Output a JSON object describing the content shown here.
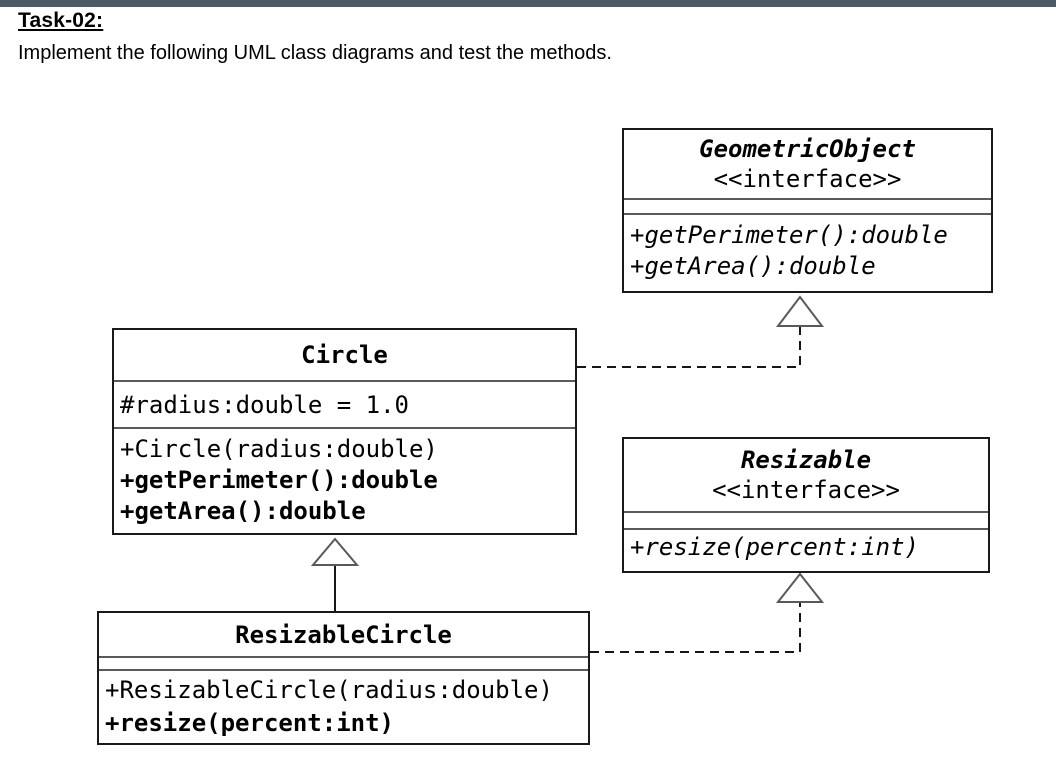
{
  "page": {
    "heading": "Task-02:",
    "instruction": "Implement the following UML class diagrams and test the methods."
  },
  "colors": {
    "top_bar": "#4b5a67",
    "box_border": "#1a1a1a",
    "compartment_divider": "#5a5a5a",
    "connector_line": "#161616",
    "background": "#ffffff"
  },
  "classes": {
    "geometric_object": {
      "name": "GeometricObject",
      "stereotype": "<<interface>>",
      "attributes": [],
      "methods": [
        "+getPerimeter():double",
        "+getArea():double"
      ]
    },
    "circle": {
      "name": "Circle",
      "attributes": [
        "#radius:double = 1.0"
      ],
      "methods": [
        "+Circle(radius:double)",
        "+getPerimeter():double",
        "+getArea():double"
      ]
    },
    "resizable": {
      "name": "Resizable",
      "stereotype": "<<interface>>",
      "attributes": [],
      "methods": [
        "+resize(percent:int)"
      ]
    },
    "resizable_circle": {
      "name": "ResizableCircle",
      "attributes": [],
      "methods": [
        "+ResizableCircle(radius:double)",
        "+resize(percent:int)"
      ]
    }
  },
  "relationships": [
    {
      "type": "realization",
      "from": "Circle",
      "to": "GeometricObject",
      "line_style": "dashed",
      "arrowhead": "hollow-triangle"
    },
    {
      "type": "inheritance",
      "from": "ResizableCircle",
      "to": "Circle",
      "line_style": "solid",
      "arrowhead": "hollow-triangle"
    },
    {
      "type": "realization",
      "from": "ResizableCircle",
      "to": "Resizable",
      "line_style": "dashed",
      "arrowhead": "hollow-triangle"
    }
  ]
}
